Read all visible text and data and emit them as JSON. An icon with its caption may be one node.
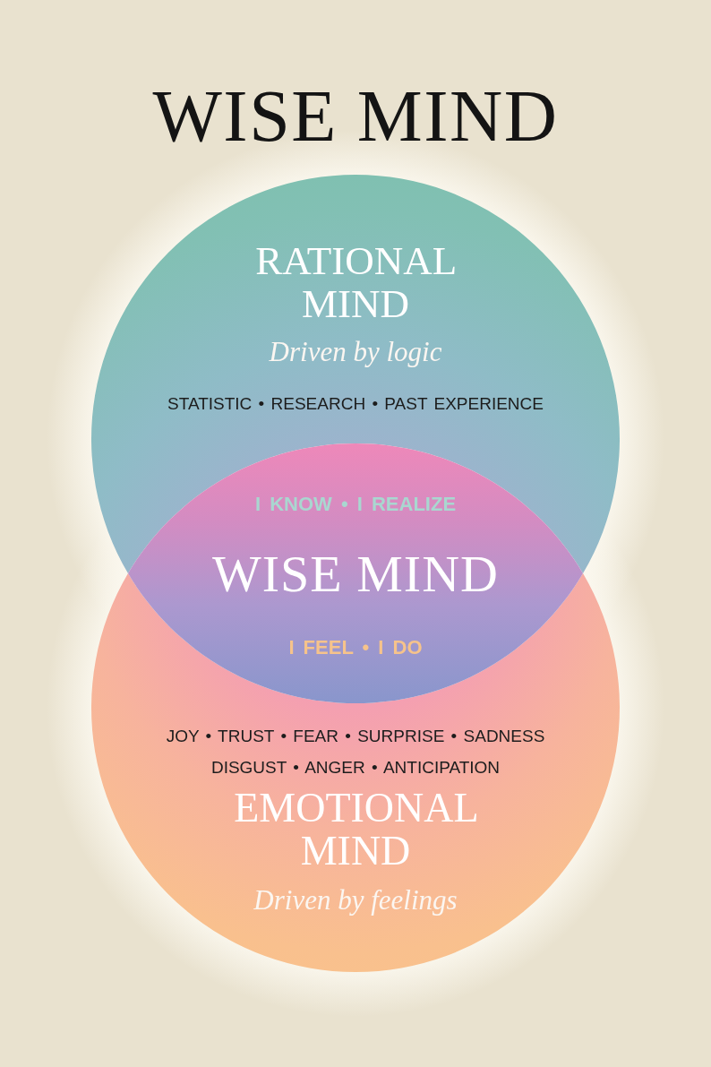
{
  "diagram": {
    "title": "WISE MIND",
    "nodes": [
      {
        "text": [
          "RATIONAL MIND",
          "Driven by logic",
          "STATISTIC • RESEARCH • PAST EXPERIENCE"
        ]
      },
      {
        "text": [
          "I KNOW • I REALIZE",
          "WISE MIND",
          "I FEEL • I DO"
        ]
      },
      {
        "text": [
          "JOY • TRUST • FEAR • SURPRISE • SADNESS DISGUST • ANGER • ANTICIPATION",
          "EMOTIONAL MIND",
          "Driven by feelings"
        ]
      }
    ]
  }
}
